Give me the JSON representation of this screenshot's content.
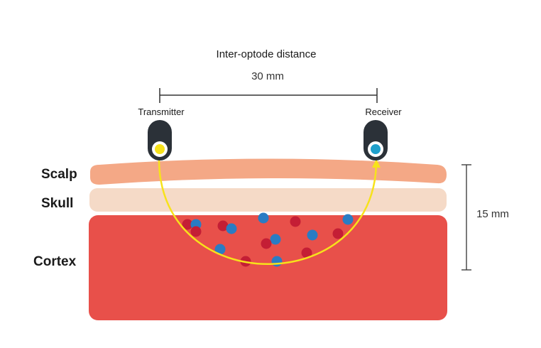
{
  "title": "Inter-optode distance",
  "distance_label": "30 mm",
  "transmitter_label": "Transmitter",
  "receiver_label": "Receiver",
  "layers": {
    "scalp": "Scalp",
    "skull": "Skull",
    "cortex": "Cortex"
  },
  "depth_label": "15 mm",
  "colors": {
    "scalp": "#f4a886",
    "skull": "#f5dac7",
    "cortex": "#e8504a",
    "light_path": "#f7e21b",
    "transmitter_light": "#f7e21b",
    "receiver_light": "#1ea0cc",
    "optode_body": "#2b3138",
    "red_cell": "#c41e35",
    "blue_cell": "#2a7cc4",
    "dimension_line": "#333333"
  },
  "icons": {
    "transmitter": "light-source-icon",
    "receiver": "light-detector-icon"
  }
}
